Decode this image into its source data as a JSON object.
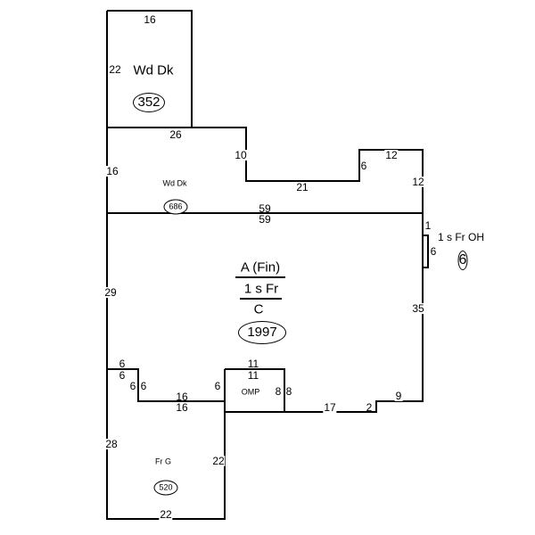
{
  "areas": {
    "deck_top": {
      "label": "Wd Dk",
      "area": "352"
    },
    "deck_mid": {
      "label": "Wd Dk",
      "area": "686"
    },
    "main": {
      "line1": "A (Fin)",
      "line2": "1 s Fr",
      "line3": "C",
      "area": "1997"
    },
    "overhang": {
      "label": "1 s Fr OH",
      "area": "6"
    },
    "porch": {
      "label": "OMP"
    },
    "garage": {
      "label": "Fr G",
      "area": "520"
    }
  },
  "dims": {
    "top_deck_top": "16",
    "top_deck_left": "22",
    "top_deck_bottom": "26",
    "d10": "10",
    "d21": "21",
    "d6a": "6",
    "d12a": "12",
    "d12b": "12",
    "d16left": "16",
    "d59a": "59",
    "d59b": "59",
    "oh1": "1",
    "oh6": "6",
    "d29": "29",
    "d35": "35",
    "d6b": "6",
    "d6c": "6",
    "d6d": "6",
    "d6e": "6",
    "d16b": "16",
    "d16c": "16",
    "omp_left": "6",
    "omp_top1": "11",
    "omp_top2": "11",
    "omp_r1": "8",
    "omp_r2": "8",
    "d17": "17",
    "d2": "2",
    "d9": "9",
    "d28": "28",
    "g22right": "22",
    "g22bottom": "22"
  }
}
